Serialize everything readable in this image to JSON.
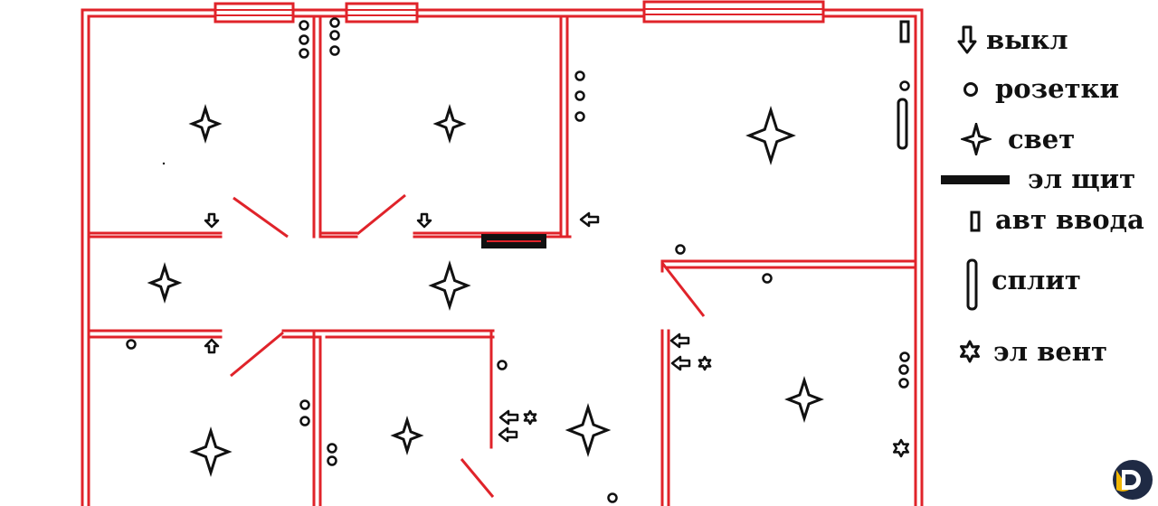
{
  "colors": {
    "wall": "#e0232a",
    "symbol": "#111111",
    "background": "#ffffff",
    "logo_yellow": "#f2b705",
    "logo_dark": "#1f2a44"
  },
  "legend": [
    {
      "key": "switch",
      "icon": "switch-arrow-down-icon",
      "label": "выкл"
    },
    {
      "key": "socket",
      "icon": "socket-circle-icon",
      "label": "розетки"
    },
    {
      "key": "light",
      "icon": "four-point-star-icon",
      "label": "свет"
    },
    {
      "key": "panel",
      "icon": "electric-panel-icon",
      "label": "эл щит"
    },
    {
      "key": "input_breaker",
      "icon": "input-breaker-icon",
      "label": "авт ввода"
    },
    {
      "key": "split",
      "icon": "split-ac-icon",
      "label": "сплит"
    },
    {
      "key": "vent",
      "icon": "ventilation-star-icon",
      "label": "эл вент"
    }
  ],
  "logo": {
    "icon": "d-logo-icon"
  }
}
